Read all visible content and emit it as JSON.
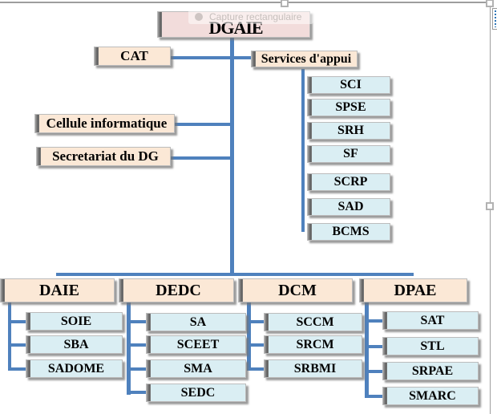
{
  "tooltip": {
    "label": "Capture rectangulaire"
  },
  "org": {
    "root": "DGAIE",
    "staff": [
      "CAT",
      "Cellule informatique",
      "Secretariat du DG"
    ],
    "services": {
      "label": "Services d'appui",
      "children": [
        "SCI",
        "SPSE",
        "SRH",
        "SF",
        "SCRP",
        "SAD",
        "BCMS"
      ]
    },
    "directions": [
      {
        "label": "DAIE",
        "children": [
          "SOIE",
          "SBA",
          "SADOME"
        ]
      },
      {
        "label": "DEDC",
        "children": [
          "SA",
          "SCEET",
          "SMA",
          "SEDC"
        ]
      },
      {
        "label": "DCM",
        "children": [
          "SCCM",
          "SRCM",
          "SRBMI"
        ]
      },
      {
        "label": "DPAE",
        "children": [
          "SAT",
          "STL",
          "SRPAE",
          "SMARC"
        ]
      }
    ]
  },
  "colors": {
    "connector": "#4f81bd",
    "root_fill": "#f2dcdb",
    "staff_fill": "#fbe8d6",
    "service_fill": "#daeef3",
    "canvas_border": "#9d9d9d"
  }
}
